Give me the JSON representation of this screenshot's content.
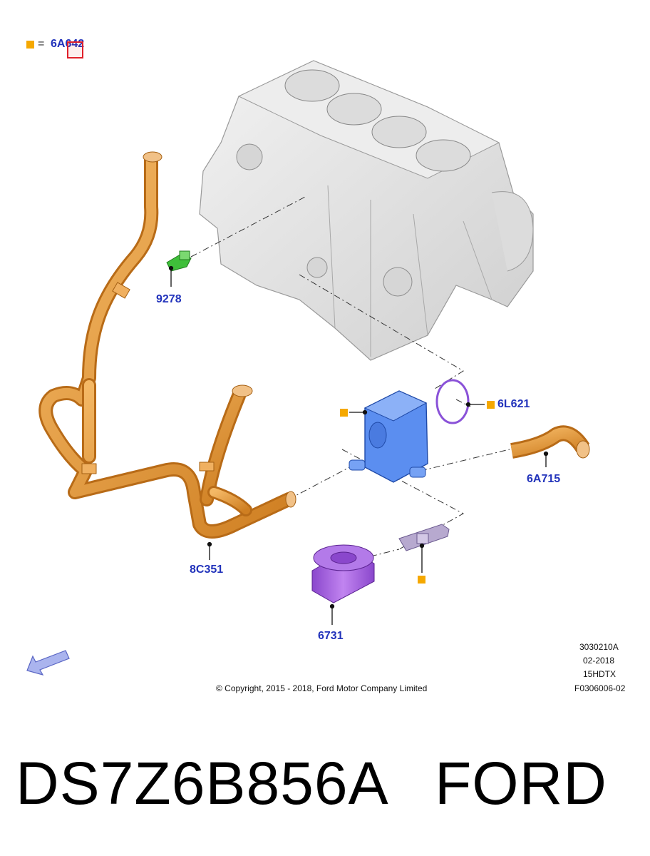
{
  "legend": {
    "marker_color": "#f5a800",
    "equals": "=",
    "part": "6A642"
  },
  "callouts": {
    "sensor": "9278",
    "hose_assembly": "8C351",
    "oil_filter": "6731",
    "gasket": "6L621",
    "outlet_hose": "6A715"
  },
  "meta": {
    "code": "3030210A",
    "date": "02-2018",
    "engine": "15HDTX",
    "figure": "F0306006-02",
    "copyright": "© Copyright, 2015 - 2018, Ford Motor Company Limited"
  },
  "footer": {
    "part_number": "DS7Z6B856A",
    "brand": "FORD"
  },
  "colors": {
    "callout_text": "#2233bb",
    "marker": "#f5a800",
    "hose": "#e89a3c",
    "block": "#e2e2e2",
    "cooler": "#5b8ef0",
    "filter": "#a35ee0",
    "sensor": "#3fbf3a",
    "highlight_box": "#e0202a"
  },
  "icons": [
    "orientation-arrow-icon"
  ]
}
